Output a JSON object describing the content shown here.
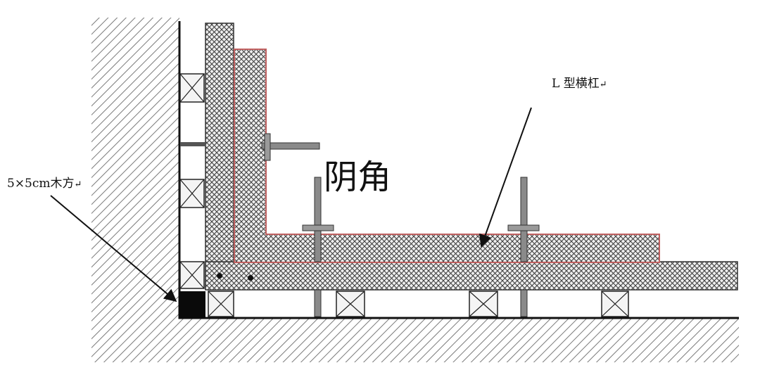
{
  "labels": {
    "corner": "阴角",
    "l_crossbar": "L 型横杠",
    "l_crossbar_mark": "↵",
    "timber": "5×5cm木方",
    "timber_mark": "↵"
  },
  "colors": {
    "wall_hatch": "#6e6e6e",
    "crosshatch": "#3a3a3a",
    "outline": "#111111",
    "l_crossbar_outline": "#c06060",
    "timber_fill": "#0a0a0a"
  }
}
